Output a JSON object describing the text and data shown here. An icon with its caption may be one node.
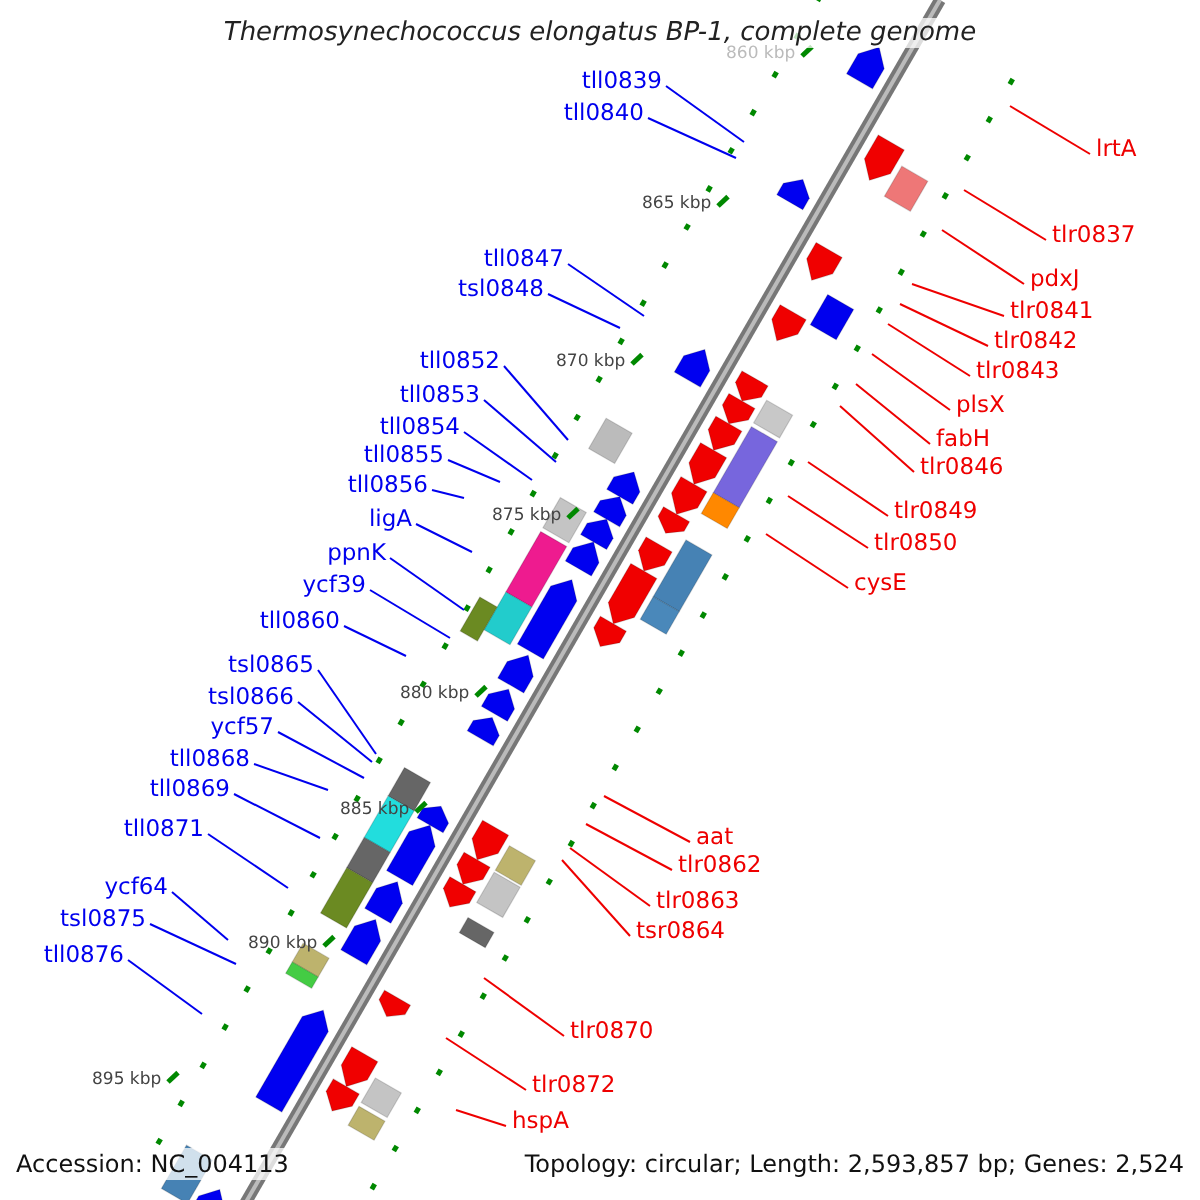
{
  "diagram": {
    "title": "Thermosynechococcus elongatus BP-1, complete genome",
    "nodes": [
      {
        "text": [
          "tll0839"
        ]
      },
      {
        "text": [
          "tll0840"
        ]
      },
      {
        "text": [
          "tll0847"
        ]
      },
      {
        "text": [
          "tsl0848"
        ]
      },
      {
        "text": [
          "tll0852"
        ]
      },
      {
        "text": [
          "tll0853"
        ]
      },
      {
        "text": [
          "tll0854"
        ]
      },
      {
        "text": [
          "tll0855"
        ]
      },
      {
        "text": [
          "tll0856"
        ]
      },
      {
        "text": [
          "ligA"
        ]
      },
      {
        "text": [
          "ppnK"
        ]
      },
      {
        "text": [
          "ycf39"
        ]
      },
      {
        "text": [
          "tll0860"
        ]
      },
      {
        "text": [
          "tsl0865"
        ]
      },
      {
        "text": [
          "tsl0866"
        ]
      },
      {
        "text": [
          "ycf57"
        ]
      },
      {
        "text": [
          "tll0868"
        ]
      },
      {
        "text": [
          "tll0869"
        ]
      },
      {
        "text": [
          "tll0871"
        ]
      },
      {
        "text": [
          "ycf64"
        ]
      },
      {
        "text": [
          "tsl0875"
        ]
      },
      {
        "text": [
          "tll0876"
        ]
      },
      {
        "text": [
          "lrtA"
        ]
      },
      {
        "text": [
          "tlr0837"
        ]
      },
      {
        "text": [
          "pdxJ"
        ]
      },
      {
        "text": [
          "tlr0841"
        ]
      },
      {
        "text": [
          "tlr0842"
        ]
      },
      {
        "text": [
          "tlr0843"
        ]
      },
      {
        "text": [
          "plsX"
        ]
      },
      {
        "text": [
          "fabH"
        ]
      },
      {
        "text": [
          "tlr0846"
        ]
      },
      {
        "text": [
          "tlr0849"
        ]
      },
      {
        "text": [
          "tlr0850"
        ]
      },
      {
        "text": [
          "cysE"
        ]
      },
      {
        "text": [
          "aat"
        ]
      },
      {
        "text": [
          "tlr0862"
        ]
      },
      {
        "text": [
          "tlr0863"
        ]
      },
      {
        "text": [
          "tsr0864"
        ]
      },
      {
        "text": [
          "tlr0870"
        ]
      },
      {
        "text": [
          "tlr0872"
        ]
      },
      {
        "text": [
          "hspA"
        ]
      }
    ],
    "edges": [
      {
        "from": 0,
        "to": null,
        "arrow": "none"
      },
      {
        "from": 1,
        "to": null,
        "arrow": "none"
      },
      {
        "from": 2,
        "to": null,
        "arrow": "none"
      },
      {
        "from": 3,
        "to": null,
        "arrow": "none"
      },
      {
        "from": 4,
        "to": null,
        "arrow": "none"
      },
      {
        "from": 5,
        "to": null,
        "arrow": "none"
      },
      {
        "from": 6,
        "to": null,
        "arrow": "none"
      },
      {
        "from": 7,
        "to": null,
        "arrow": "none"
      },
      {
        "from": 8,
        "to": null,
        "arrow": "none"
      },
      {
        "from": 9,
        "to": null,
        "arrow": "none"
      },
      {
        "from": 10,
        "to": null,
        "arrow": "none"
      },
      {
        "from": 11,
        "to": null,
        "arrow": "none"
      },
      {
        "from": 12,
        "to": null,
        "arrow": "none"
      },
      {
        "from": 13,
        "to": null,
        "arrow": "none"
      },
      {
        "from": 14,
        "to": null,
        "arrow": "none"
      },
      {
        "from": 15,
        "to": null,
        "arrow": "none"
      },
      {
        "from": 16,
        "to": null,
        "arrow": "none"
      },
      {
        "from": 17,
        "to": null,
        "arrow": "none"
      },
      {
        "from": 18,
        "to": null,
        "arrow": "none"
      },
      {
        "from": 19,
        "to": null,
        "arrow": "none"
      },
      {
        "from": 20,
        "to": null,
        "arrow": "none"
      },
      {
        "from": 21,
        "to": null,
        "arrow": "none"
      },
      {
        "from": 22,
        "to": null,
        "arrow": "none",
        "color": "#ee0000"
      },
      {
        "from": 23,
        "to": null,
        "arrow": "none",
        "color": "#ee0000"
      },
      {
        "from": 24,
        "to": null,
        "arrow": "none",
        "color": "#ee0000"
      },
      {
        "from": 25,
        "to": null,
        "arrow": "none",
        "color": "#ee0000"
      },
      {
        "from": 26,
        "to": null,
        "arrow": "none",
        "color": "#ee0000"
      },
      {
        "from": 27,
        "to": null,
        "arrow": "none",
        "color": "#ee0000"
      },
      {
        "from": 28,
        "to": null,
        "arrow": "none",
        "color": "#ee0000"
      },
      {
        "from": 29,
        "to": null,
        "arrow": "none",
        "color": "#ee0000"
      },
      {
        "from": 30,
        "to": null,
        "arrow": "none",
        "color": "#ee0000"
      },
      {
        "from": 31,
        "to": null,
        "arrow": "none",
        "color": "#ee0000"
      },
      {
        "from": 32,
        "to": null,
        "arrow": "none",
        "color": "#ee0000"
      },
      {
        "from": 33,
        "to": null,
        "arrow": "none",
        "color": "#ee0000"
      },
      {
        "from": 34,
        "to": null,
        "arrow": "none",
        "color": "#ee0000"
      },
      {
        "from": 35,
        "to": null,
        "arrow": "none",
        "color": "#ee0000"
      },
      {
        "from": 36,
        "to": null,
        "arrow": "none",
        "color": "#ee0000"
      },
      {
        "from": 37,
        "to": null,
        "arrow": "none",
        "color": "#ee0000"
      },
      {
        "from": 38,
        "to": null,
        "arrow": "none",
        "color": "#ee0000"
      },
      {
        "from": 39,
        "to": null,
        "arrow": "none",
        "color": "#ee0000"
      },
      {
        "from": 40,
        "to": null,
        "arrow": "none",
        "color": "#ee0000"
      }
    ],
    "labels": [
      "860 kbp",
      "865 kbp",
      "870 kbp",
      "875 kbp",
      "880 kbp",
      "885 kbp",
      "890 kbp",
      "895 kbp",
      "Accession: NC_004113",
      "Topology: circular; Length: 2,593,857 bp; Genes: 2,524"
    ]
  }
}
